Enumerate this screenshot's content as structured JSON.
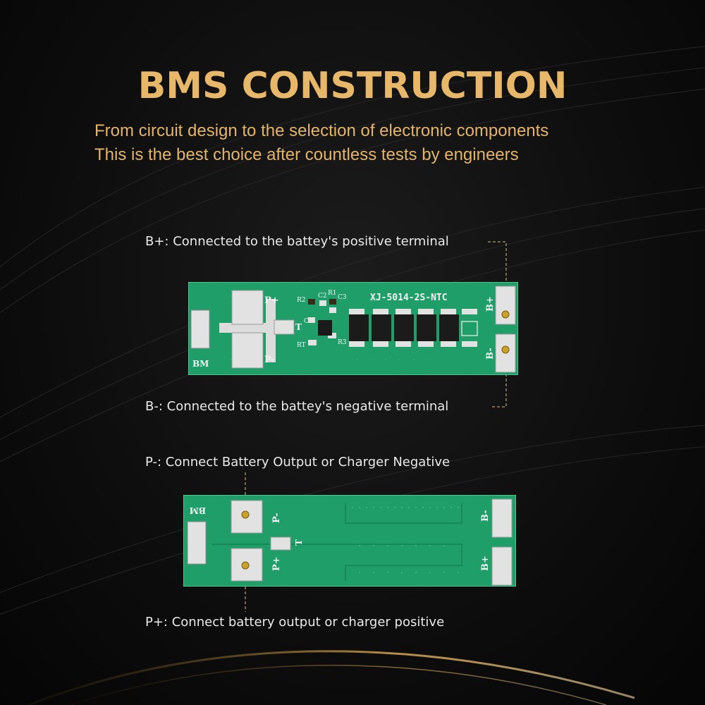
{
  "title": "BMS CONSTRUCTION",
  "subtitle_lines": [
    "From circuit design to the selection of electronic components",
    "This is the best choice after countless tests by engineers"
  ],
  "callouts": {
    "b_plus": "B+: Connected to the battey's positive terminal",
    "b_minus": "B-: Connected to the battey's negative terminal",
    "p_minus": "P-: Connect Battery Output or Charger Negative",
    "p_plus": "P+: Connect battery output or charger positive"
  },
  "board_front": {
    "model": "XJ-5014-2S-NTC",
    "pad_p_plus": "P+",
    "pad_p_minus": "P-",
    "pad_t": "T",
    "pad_bm": "BM",
    "pad_b_plus": "B+",
    "pad_b_minus": "B-",
    "components": [
      "R2",
      "C2",
      "R1",
      "C3",
      "C1",
      "RT",
      "R3"
    ]
  },
  "board_back": {
    "pad_bm": "BM",
    "pad_p_minus": "P-",
    "pad_p_plus": "P+",
    "pad_t": "T",
    "pad_b_minus": "B-",
    "pad_b_plus": "B+"
  },
  "colors": {
    "title": "#e8b86a",
    "pcb_green": "#1f9e6a",
    "pad_silver": "#d9d9d9",
    "gold_pad": "#c9a227"
  }
}
